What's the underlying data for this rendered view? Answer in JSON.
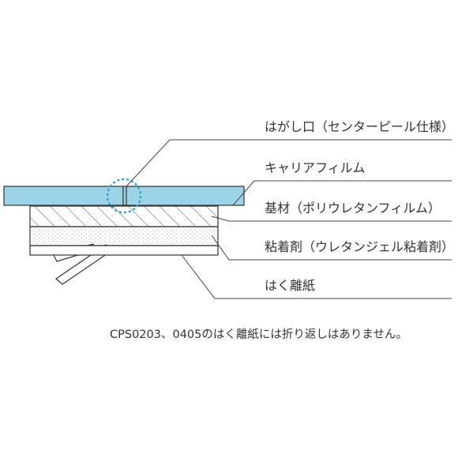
{
  "labels": {
    "peel_opening": "はがし口（センターピール仕様）",
    "carrier_film": "キャリアフィルム",
    "substrate": "基材（ポリウレタンフィルム）",
    "adhesive": "粘着剤（ウレタンジェル粘着剤）",
    "release_paper": "はく離紙"
  },
  "note": "CPS0203、0405のはく離紙には折り返しはありません。",
  "colors": {
    "carrier_film": "#9dd3e6",
    "outline": "#333333",
    "highlight_circle": "#2aa7d6",
    "leader_line": "#444444"
  }
}
